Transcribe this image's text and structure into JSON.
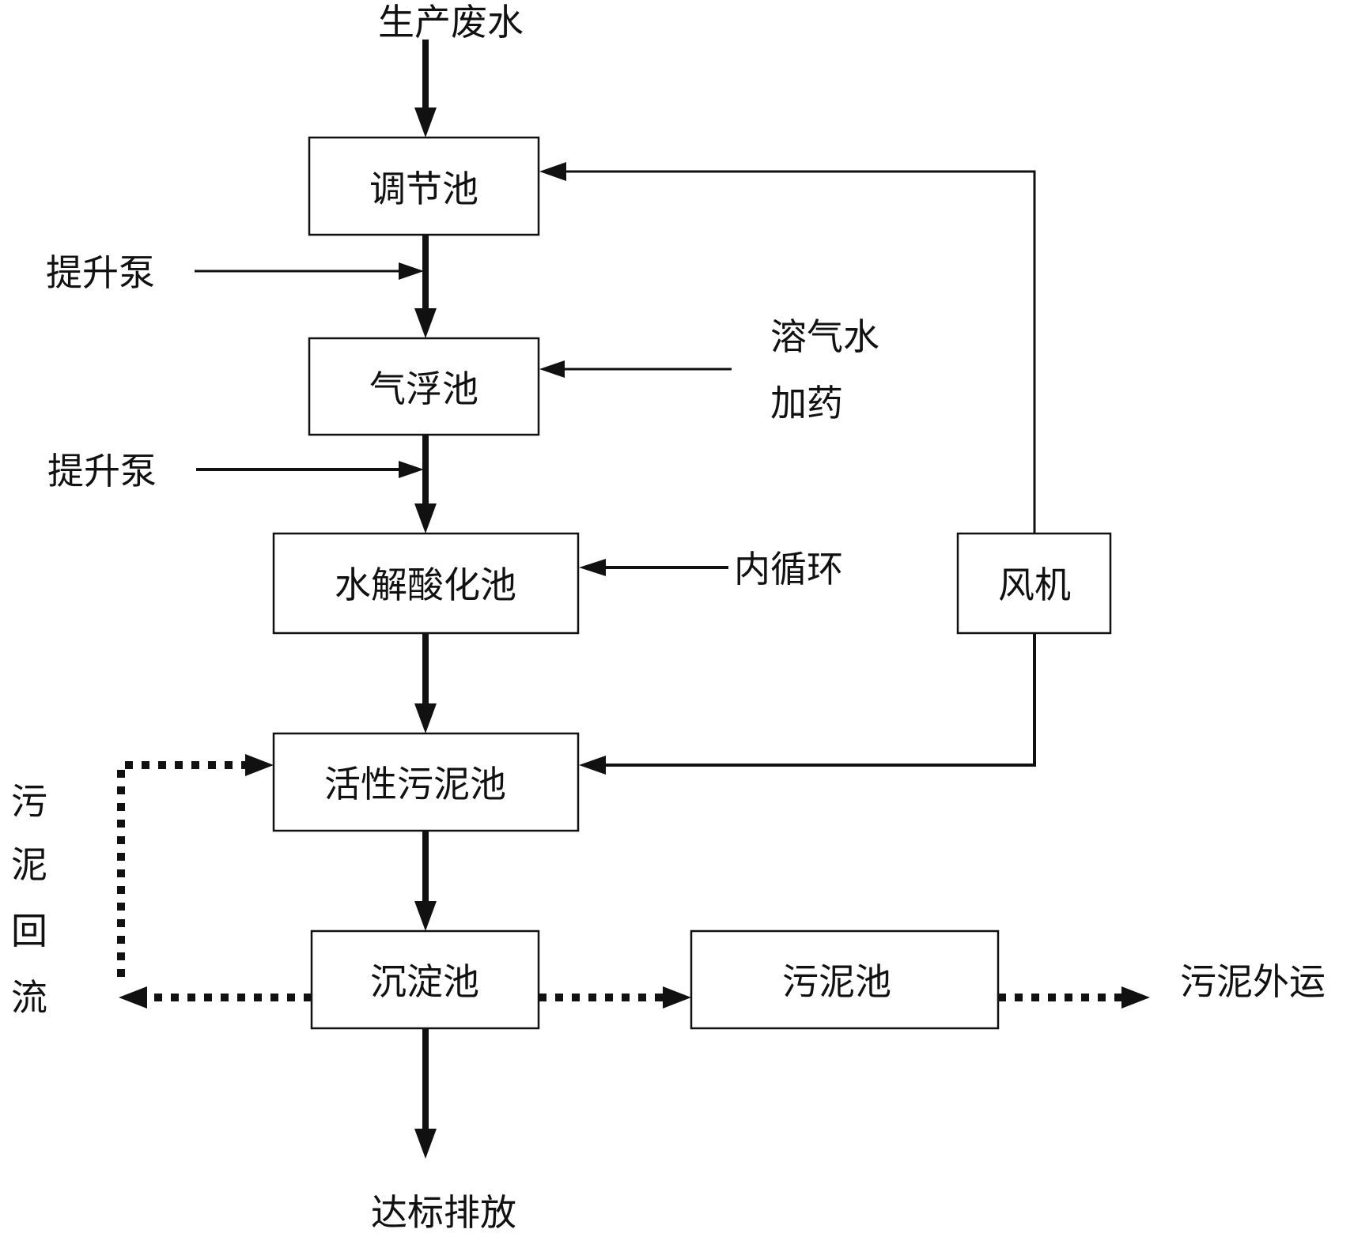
{
  "labels": {
    "input": "生产废水",
    "pump_1": "提升泵",
    "pump_2": "提升泵",
    "dissolved_air_water": "溶气水",
    "dosing": "加药",
    "internal_circulation": "内循环",
    "sludge_return": [
      "污",
      "泥",
      "回",
      "流"
    ],
    "sludge_transport": "污泥外运",
    "discharge": "达标排放"
  },
  "boxes": {
    "regulating_tank": "调节池",
    "flotation_tank": "气浮池",
    "hydrolysis_tank": "水解酸化池",
    "activated_sludge_tank": "活性污泥池",
    "sedimentation_tank": "沉淀池",
    "sludge_tank": "污泥池",
    "blower": "风机"
  }
}
